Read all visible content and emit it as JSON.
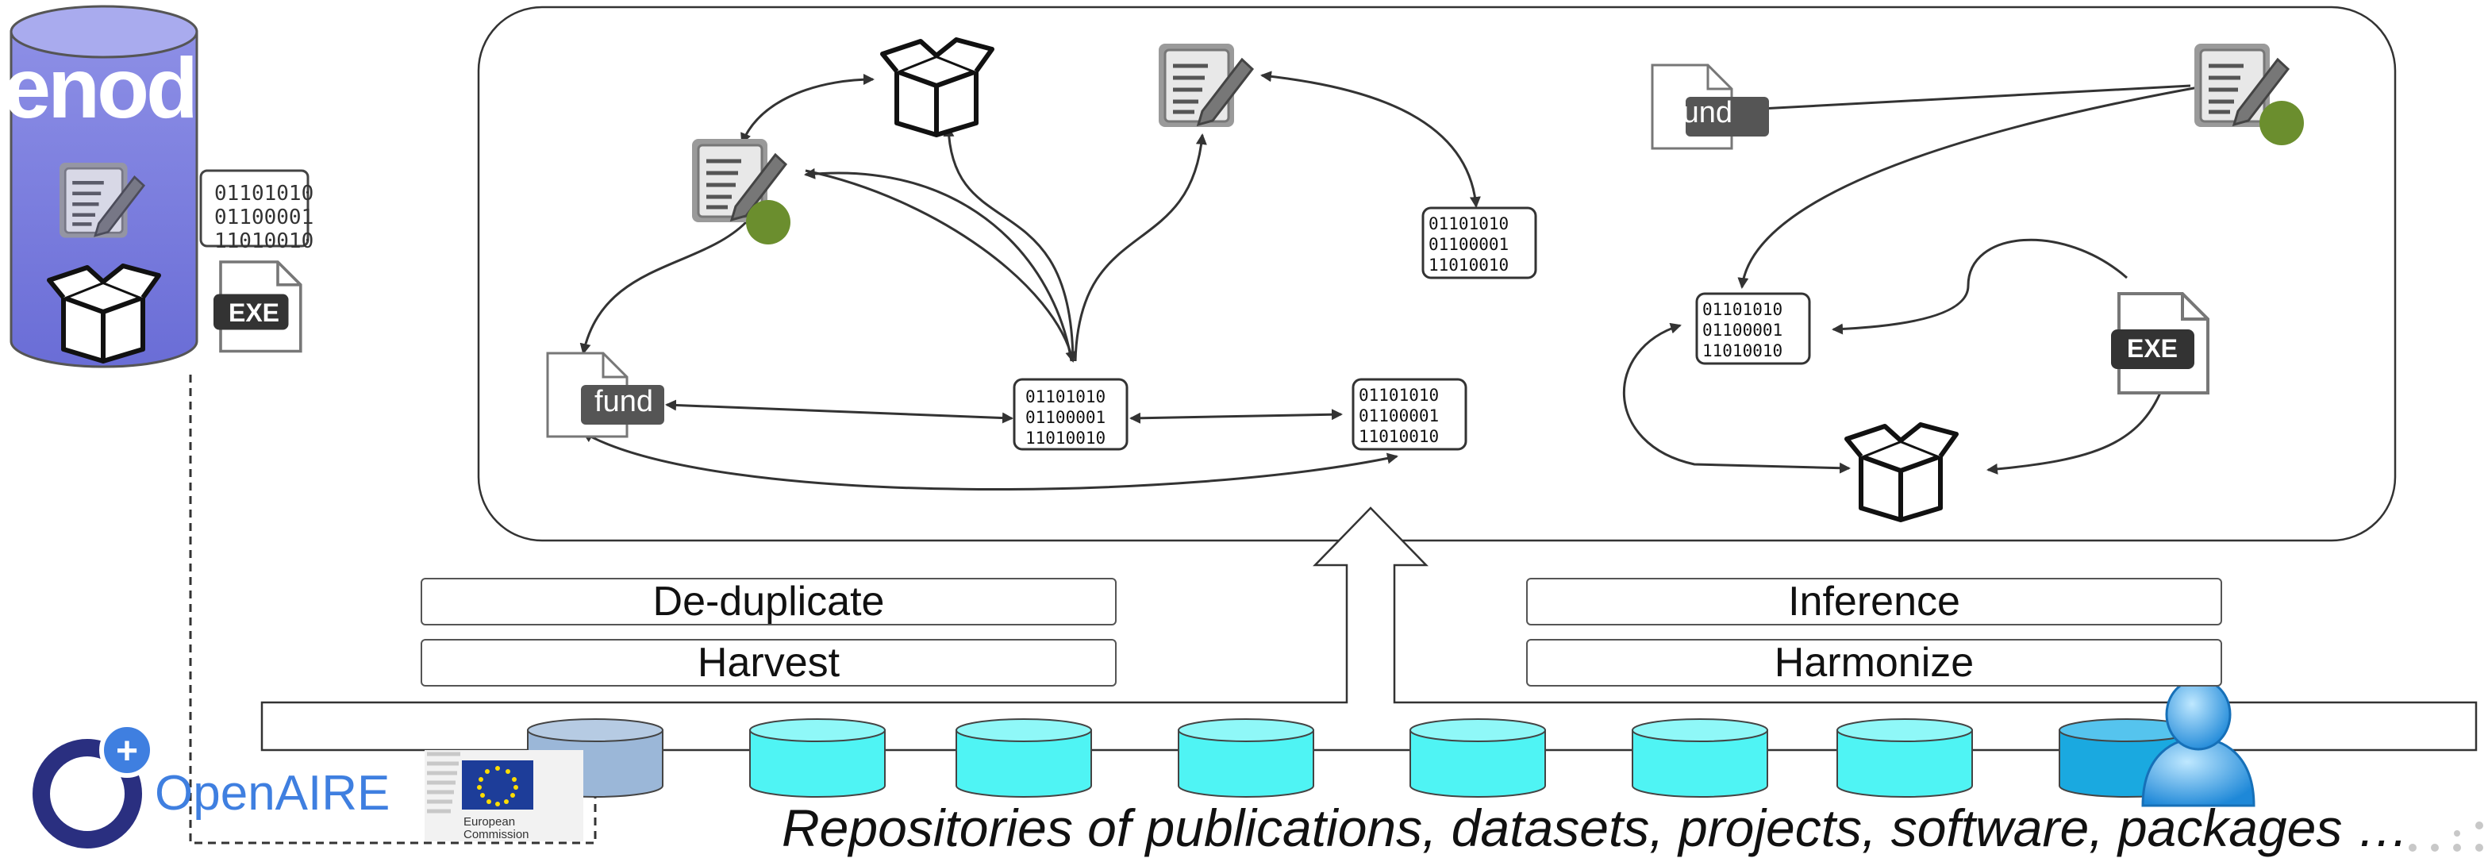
{
  "zenodo": {
    "logo_text": "zenodo",
    "binary_text": [
      "01101010",
      "01100001",
      "11010010"
    ],
    "exe_label": "EXE"
  },
  "graph_left": {
    "fund_label": "fund",
    "binary_a": [
      "01101010",
      "01100001",
      "11010010"
    ],
    "binary_b": [
      "01101010",
      "01100001",
      "11010010"
    ],
    "binary_c": [
      "01101010",
      "01100001",
      "11010010"
    ]
  },
  "graph_right": {
    "fund_label": "fund",
    "binary_a": [
      "01101010",
      "01100001",
      "11010010"
    ],
    "exe_label": "EXE"
  },
  "process_steps": {
    "deduplicate": "De-duplicate",
    "harvest": "Harvest",
    "inference": "Inference",
    "harmonize": "Harmonize"
  },
  "caption": "Repositories of publications, datasets, projects, software, packages …",
  "logos": {
    "openaire": "OpenAIRE",
    "openaire_plus": "+",
    "ec_line1": "European",
    "ec_line2": "Commission"
  },
  "colors": {
    "zenodo_blue": "#6f72d9",
    "repo_cyan": "#4ff4f4",
    "openaire_navy": "#2a2f80",
    "openaire_blue": "#3f7fe0",
    "node_green": "#6b8e2e"
  }
}
